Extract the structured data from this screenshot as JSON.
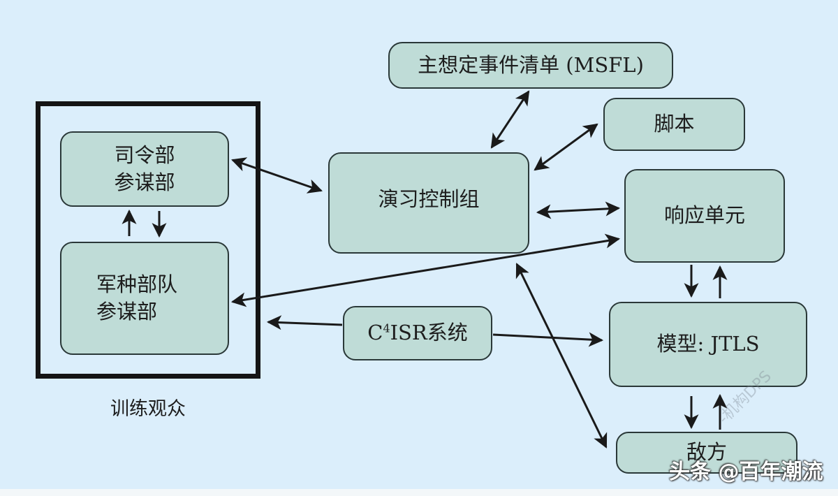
{
  "diagram": {
    "title": "",
    "background_color": "#dbeefb",
    "node_fill_color": "#bfdcd7",
    "node_border_color": "#2a3838",
    "arrow_color": "#1a1a1a",
    "nodes": {
      "msfl": {
        "label": "主想定事件清单 (MSFL)"
      },
      "script": {
        "label": "脚本"
      },
      "hq": {
        "label": "司令部\n参谋部"
      },
      "branch": {
        "label": "军种部队\n参谋部"
      },
      "exercise_control": {
        "label": "演习控制组"
      },
      "response_cell": {
        "label": "响应单元"
      },
      "c4isr": {
        "label_prefix": "C",
        "label_sup": "4",
        "label_suffix": "ISR系统"
      },
      "model": {
        "label": "模型: JTLS"
      },
      "enemy": {
        "label": "敌方"
      }
    },
    "groups": {
      "training_audience": {
        "label": "训练观众",
        "members": [
          "hq",
          "branch"
        ]
      }
    },
    "edges": [
      {
        "from": "exercise_control",
        "to": "msfl",
        "direction": "both"
      },
      {
        "from": "exercise_control",
        "to": "script",
        "direction": "both"
      },
      {
        "from": "hq",
        "to": "exercise_control",
        "direction": "both"
      },
      {
        "from": "exercise_control",
        "to": "response_cell",
        "direction": "both"
      },
      {
        "from": "branch",
        "to": "hq",
        "direction": "forward"
      },
      {
        "from": "hq",
        "to": "branch",
        "direction": "forward"
      },
      {
        "from": "response_cell",
        "to": "branch",
        "direction": "both"
      },
      {
        "from": "c4isr",
        "to": "branch",
        "direction": "forward"
      },
      {
        "from": "c4isr",
        "to": "model",
        "direction": "forward"
      },
      {
        "from": "exercise_control",
        "to": "enemy",
        "direction": "both"
      },
      {
        "from": "response_cell",
        "to": "model",
        "direction": "forward"
      },
      {
        "from": "model",
        "to": "response_cell",
        "direction": "forward"
      },
      {
        "from": "model",
        "to": "enemy",
        "direction": "forward"
      },
      {
        "from": "enemy",
        "to": "model",
        "direction": "forward"
      }
    ]
  },
  "watermarks": {
    "source": "头条 @百年潮流",
    "faint": "-机构DPS"
  }
}
